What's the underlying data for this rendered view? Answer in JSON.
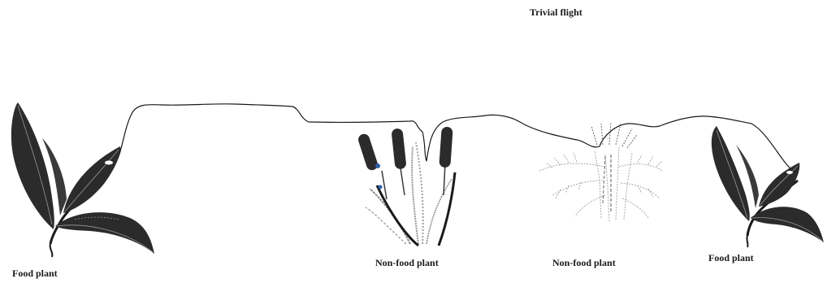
{
  "diagram": {
    "title": "Trivial flight",
    "labels": {
      "food_plant_left": "Food plant",
      "non_food_plant_1": "Non-food plant",
      "non_food_plant_2": "Non-food plant",
      "food_plant_right": "Food plant"
    },
    "colors": {
      "ink": "#1a1a1a",
      "leaf_dark": "#2b2b2b",
      "leaf_vein": "#9a9a9a",
      "reed_grey": "#8a8a8a",
      "accent_blue": "#2c5fa8"
    },
    "icons": {
      "food_plant": "leafy-plant-icon",
      "cattail": "cattail-reed-icon",
      "wild_carrot": "umbellifer-plant-icon"
    }
  }
}
